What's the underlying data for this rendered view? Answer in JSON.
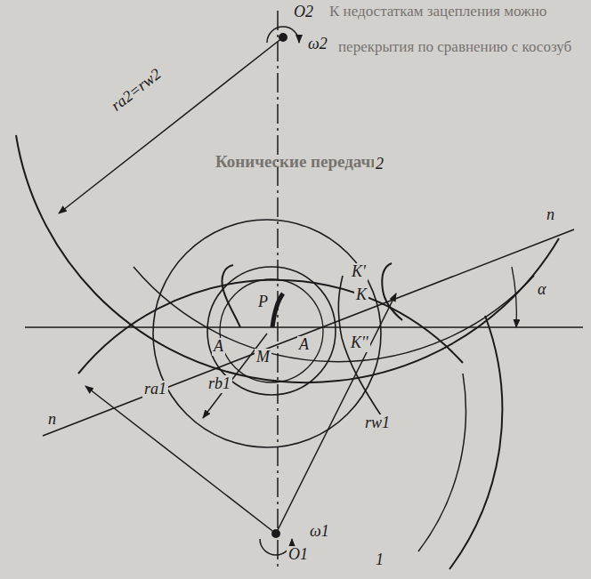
{
  "diagram": {
    "labels": [
      "К недостаткам зацепления можно",
      "перекрытия по сравнению с косозуб",
      "Конические передачи",
      "O2",
      "ω2",
      "ra2=rw2",
      "2",
      "n",
      "n",
      "α",
      "K'",
      "K",
      "K''",
      "P",
      "A",
      "M",
      "A",
      "rb1",
      "rw1",
      "ra1",
      "O1",
      "ω1",
      "1"
    ]
  }
}
